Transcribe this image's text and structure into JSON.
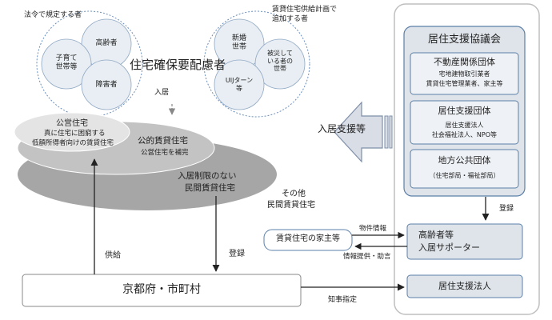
{
  "left": {
    "legal_label": "法令で規定する者",
    "plan_label_line1": "賃貸住宅供給計画で",
    "plan_label_line2": "追加する者",
    "circles_left": [
      "高齢者",
      "子育て\n世帯等",
      "障害者"
    ],
    "circles_right": [
      "新婚\n世帯",
      "被災して\nいる者の\n世帯",
      "UIJターン\n等"
    ],
    "main_title": "住宅確保要配慮者",
    "nyukyo": "入居",
    "public_housing_title": "公営住宅",
    "public_housing_desc1": "真に住宅に困窮する",
    "public_housing_desc2": "低額所得者向けの賃貸住宅",
    "public_rental_title": "公的賃貸住宅",
    "public_rental_desc": "公営住宅を補完",
    "private_line1": "入居制限のない",
    "private_line2": "民間賃貸住宅",
    "other_line1": "その他",
    "other_line2": "民間賃貸住宅",
    "supply": "供給",
    "register_left": "登録",
    "kyoto": "京都府・市町村",
    "governor": "知事指定"
  },
  "middle": {
    "support_arrow": "入居支援等",
    "landlord": "賃貸住宅の家主等",
    "property_info": "物件情報",
    "info_advice": "情報提供・助言"
  },
  "right": {
    "council_title": "居住支援協議会",
    "realestate_title": "不動産関係団体",
    "realestate_desc1": "宅地建物取引業者",
    "realestate_desc2": "賃貸住宅管理業者、家主等",
    "support_org_title": "居住支援団体",
    "support_org_desc1": "居住支援法人",
    "support_org_desc2": "社会福祉法人、NPO等",
    "local_gov_title": "地方公共団体",
    "local_gov_desc": "（住宅部局・福祉部局）",
    "register_right": "登録",
    "elder_supporter_line1": "高齢者等",
    "elder_supporter_line2": "入居サポーター",
    "corp": "居住支援法人"
  },
  "colors": {
    "frame_border": "#bfbfbf",
    "panel_fill": "#dfe4ea",
    "box_border": "#5b7fa8",
    "dark_ellipse": "#a6a6a6",
    "mid_ellipse": "#c3c3c3",
    "light_ellipse": "#e4e4e4",
    "arrow_fill": "#d9dde6",
    "dashed_circle": "#6c8fbd"
  }
}
